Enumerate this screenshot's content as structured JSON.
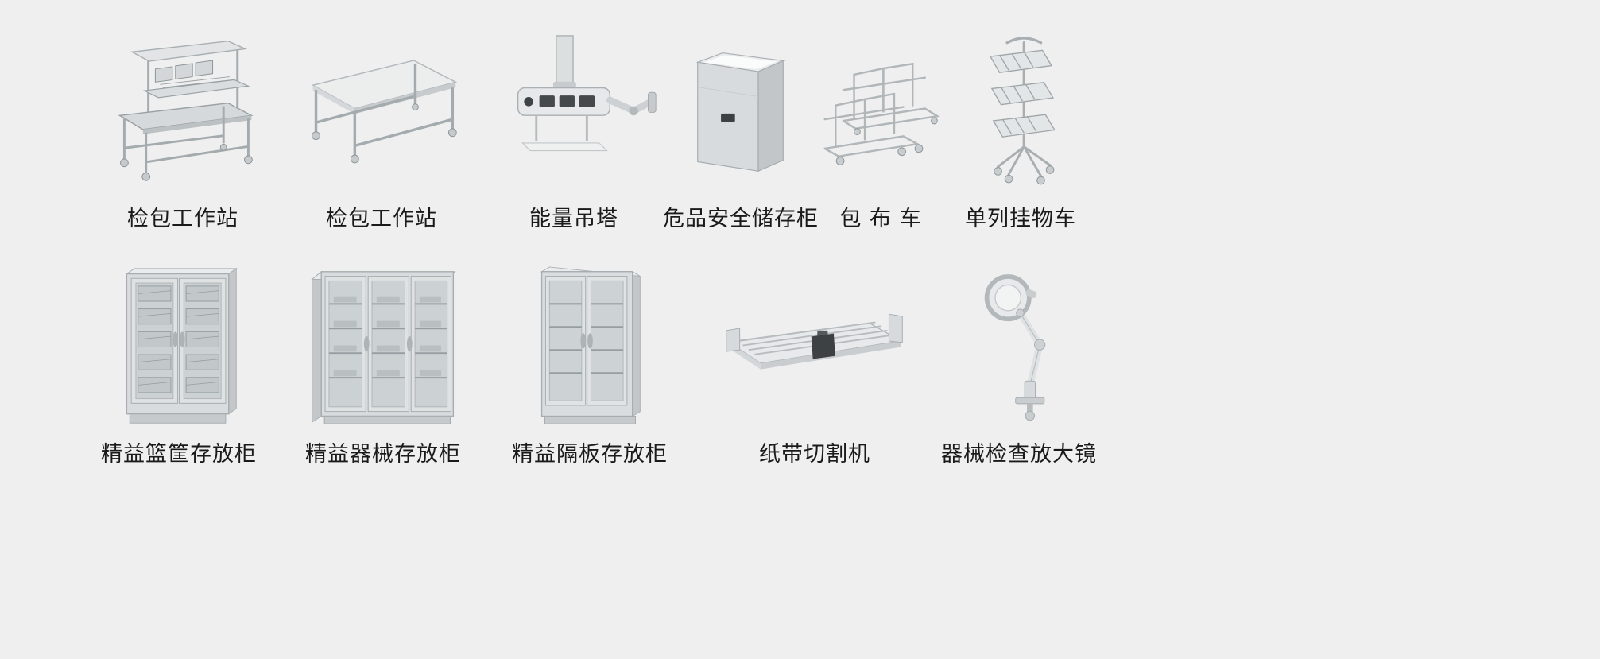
{
  "theme": {
    "background": "#efefef",
    "text_color": "#1a1a1a"
  },
  "products": [
    {
      "label": "检包工作站",
      "image": "inspection-packing-workstation"
    },
    {
      "label": "检包工作站",
      "image": "inspection-packing-worktable"
    },
    {
      "label": "能量吊塔",
      "image": "power-pendant"
    },
    {
      "label": "危品安全储存柜",
      "image": "hazmat-safety-storage-cabinet"
    },
    {
      "label": "包 布 车",
      "image": "wrapping-cloth-cart"
    },
    {
      "label": "单列挂物车",
      "image": "single-column-hanging-cart"
    },
    {
      "label": "精益篮筐存放柜",
      "image": "lean-basket-storage-cabinet"
    },
    {
      "label": "精益器械存放柜",
      "image": "lean-instrument-storage-cabinet"
    },
    {
      "label": "精益隔板存放柜",
      "image": "lean-shelf-storage-cabinet"
    },
    {
      "label": "纸带切割机",
      "image": "paper-tape-cutting-machine"
    },
    {
      "label": "器械检查放大镜",
      "image": "instrument-inspection-magnifier"
    }
  ]
}
